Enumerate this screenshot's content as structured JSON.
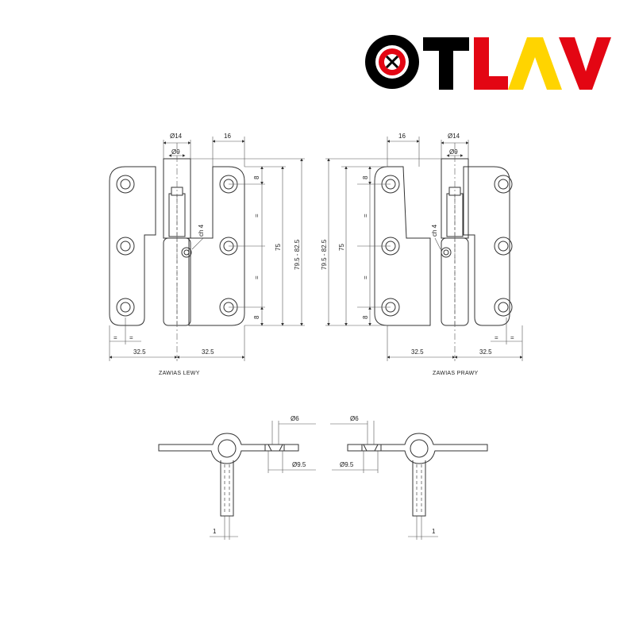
{
  "brand": {
    "name": "OTLAV",
    "letters": [
      "T",
      "L",
      "Λ",
      "V"
    ],
    "colors": {
      "black": "#000000",
      "red": "#e30613",
      "yellow": "#ffd400"
    }
  },
  "hinges": {
    "left": {
      "caption": "ZAWIAS LEWY",
      "dims": {
        "pin_outer": "Ø14",
        "pin_inner": "Ø9",
        "leaf_offset": "16",
        "chamfer": "ch 4",
        "hole_spacing_top": "8",
        "eq_upper": "=",
        "eq_lower": "=",
        "hole_spacing_bottom": "8",
        "leaf_length": "75",
        "overall_length": "79.5 - 82.5",
        "width_left": "32.5",
        "width_right": "32.5",
        "eq_a": "=",
        "eq_b": "="
      }
    },
    "right": {
      "caption": "ZAWIAS PRAWY",
      "dims": {
        "pin_outer": "Ø14",
        "pin_inner": "Ø9",
        "leaf_offset": "16",
        "chamfer": "ch 4",
        "hole_spacing_top": "8",
        "eq_upper": "=",
        "eq_lower": "=",
        "hole_spacing_bottom": "8",
        "leaf_length": "75",
        "overall_length": "79.5 - 82.5",
        "width_left": "32.5",
        "width_right": "32.5",
        "eq_a": "=",
        "eq_b": "="
      }
    }
  },
  "sections": {
    "left": {
      "hole": "Ø6",
      "countersink": "Ø9.5",
      "gap": "1"
    },
    "right": {
      "hole": "Ø6",
      "countersink": "Ø9.5",
      "gap": "1"
    }
  }
}
